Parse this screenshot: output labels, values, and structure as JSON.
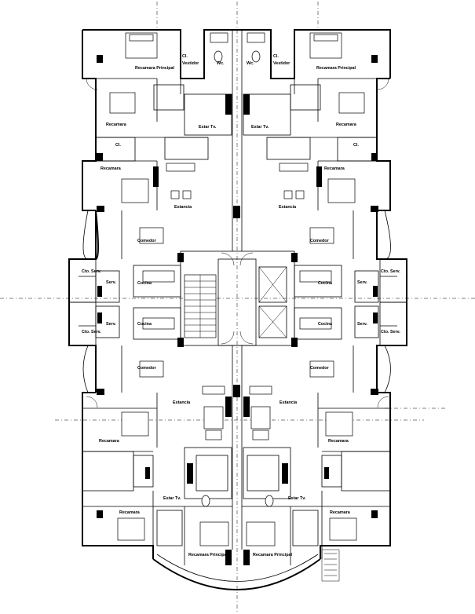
{
  "rooms": {
    "rec_principal": "Recamara Principal",
    "recamara": "Recamara",
    "cl": "Cl.",
    "vestidor": "Vestidor",
    "wc": "Wc.",
    "estar_tv": "Estar Tv.",
    "estancia": "Estancia",
    "comedor": "Comedor",
    "cocina": "Cocina",
    "serv": "Serv.",
    "cto_serv": "Cto. Serv."
  }
}
